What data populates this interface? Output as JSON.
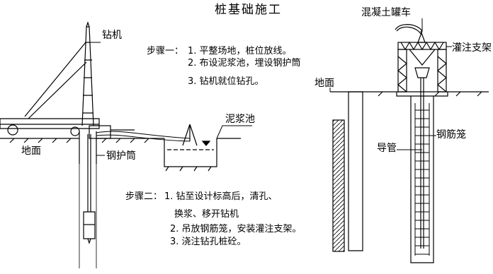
{
  "title": "桩基础施工",
  "labels": {
    "drill_rig": "钻机",
    "ground_left": "地面",
    "steel_casing": "钢护筒",
    "mud_pit": "泥浆池",
    "mixer_truck": "混凝土罐车",
    "pouring_frame": "灌注支架",
    "ground_right": "地面",
    "tremie_pipe": "导管",
    "rebar_cage": "钢筋笼"
  },
  "step1": {
    "heading": "步骤一：",
    "items": [
      "1. 平整场地，桩位放线。",
      "2. 布设泥浆池，埋设钢护筒",
      "3. 钻机就位钻孔。"
    ]
  },
  "step2": {
    "heading": "步骤二：",
    "items": [
      "1. 钻至设计标高后，清孔、",
      "换浆、移开钻机",
      "2. 吊放钢筋笼，安装灌注支架。",
      "3. 浇注钻孔桩砼。"
    ]
  }
}
